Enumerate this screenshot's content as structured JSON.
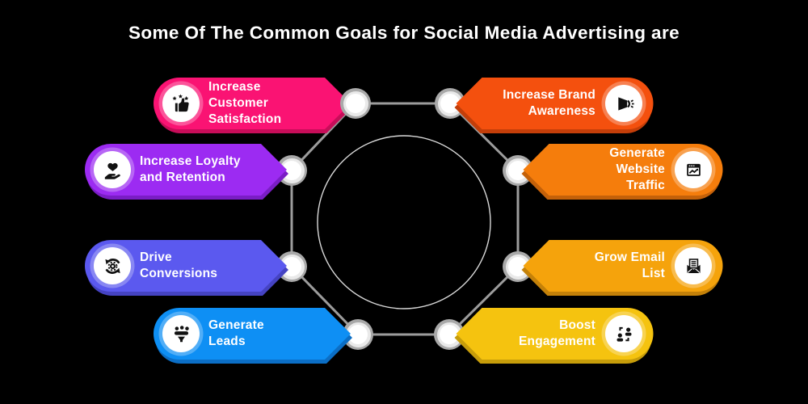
{
  "title": "Some Of The Common Goals for Social Media Advertising are",
  "goals": [
    {
      "label": "Increase Customer Satisfaction",
      "line1": "Increase Customer",
      "line2": "Satisfaction",
      "icon": "thumbs-up-stars",
      "color": "#FA1373",
      "color_dark": "#C70D59",
      "side": "left"
    },
    {
      "label": "Increase Loyalty and Retention",
      "line1": "Increase Loyalty",
      "line2": "and Retention",
      "icon": "hand-holding-heart",
      "color": "#9C2BF2",
      "color_dark": "#7A1DC5",
      "side": "left"
    },
    {
      "label": "Drive Conversions",
      "line1": "Drive",
      "line2": "Conversions",
      "icon": "sync-arrows-gear",
      "color": "#5B59EF",
      "color_dark": "#4543C2",
      "side": "left"
    },
    {
      "label": "Generate Leads",
      "line1": "Generate",
      "line2": "Leads",
      "icon": "lead-funnel",
      "color": "#0E8FF4",
      "color_dark": "#0B6EC5",
      "side": "left"
    },
    {
      "label": "Increase Brand Awareness",
      "line1": "Increase Brand",
      "line2": "Awareness",
      "icon": "megaphone",
      "color": "#F4500E",
      "color_dark": "#C43E09",
      "side": "right"
    },
    {
      "label": "Generate Website Traffic",
      "line1": "Generate Website",
      "line2": "Traffic",
      "icon": "browser-traffic-chart",
      "color": "#F57D0C",
      "color_dark": "#C46109",
      "side": "right"
    },
    {
      "label": "Grow Email List",
      "line1": "Grow Email",
      "line2": "List",
      "icon": "open-envelope-letter",
      "color": "#F5A30C",
      "color_dark": "#C48109",
      "side": "right"
    },
    {
      "label": "Boost Engagement",
      "line1": "Boost",
      "line2": "Engagement",
      "icon": "people-exchange",
      "color": "#F5C30F",
      "color_dark": "#C79D0A",
      "side": "right"
    }
  ]
}
